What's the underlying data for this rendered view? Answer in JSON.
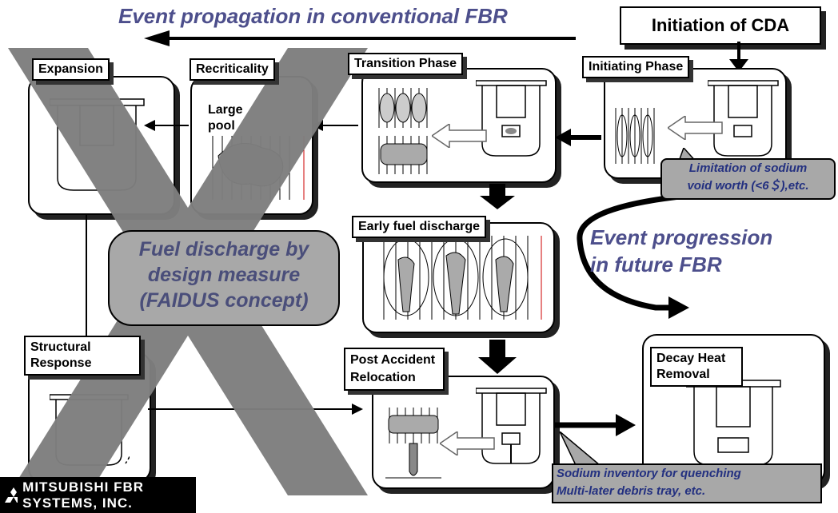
{
  "header": {
    "conventional_title": "Event propagation in conventional FBR",
    "initiation_label": "Initiation of CDA"
  },
  "phases": {
    "expansion": "Expansion",
    "recriticality": "Recriticality",
    "large_pool": "Large pool",
    "transition": "Transition Phase",
    "initiating": "Initiating Phase",
    "early_discharge": "Early fuel discharge",
    "structural": "Structural Response",
    "post_accident": "Post Accident Relocation",
    "decay_heat": "Decay Heat Removal"
  },
  "callouts": {
    "sodium_void_line1": "Limitation of sodium",
    "sodium_void_line2": "void worth (<6＄),etc.",
    "fuel_discharge_line1": "Fuel discharge by",
    "fuel_discharge_line2": "design measure",
    "fuel_discharge_line3": "(FAIDUS concept)",
    "event_progression_line1": "Event progression",
    "event_progression_line2": "in future FBR",
    "sodium_inventory_line1": "Sodium inventory for quenching",
    "sodium_inventory_line2": "Multi-later debris tray, etc."
  },
  "footer": {
    "company": "MITSUBISHI FBR SYSTEMS, INC."
  },
  "colors": {
    "title_blue": "#4d4f8c",
    "callout_text": "#233080",
    "callout_fill": "#a8a8a8",
    "x_fill": "#808080"
  }
}
